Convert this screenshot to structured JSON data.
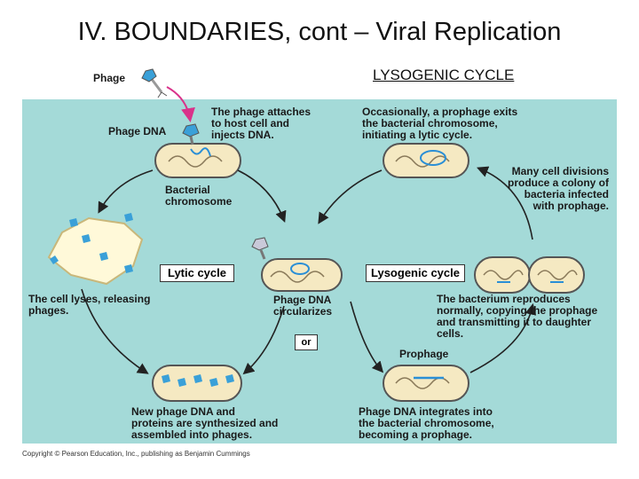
{
  "title": "IV. BOUNDARIES, cont – Viral Replication",
  "subtitle": "LYSOGENIC CYCLE",
  "labels": {
    "phage": "Phage",
    "phage_dna": "Phage DNA",
    "attach": [
      "The phage attaches",
      "to host cell and",
      "injects DNA."
    ],
    "bact_chrom": [
      "Bacterial",
      "chromosome"
    ],
    "lytic": "Lytic cycle",
    "lysogenic": "Lysogenic cycle",
    "lyses": [
      "The cell lyses, releasing",
      "phages."
    ],
    "circ": [
      "Phage DNA",
      "circularizes"
    ],
    "or": "or",
    "occasionally": [
      "Occasionally, a prophage exits",
      "the bacterial chromosome,",
      "initiating a lytic cycle."
    ],
    "many": [
      "Many cell divisions",
      "produce a colony of",
      "bacteria infected",
      "with prophage."
    ],
    "reproduces": [
      "The bacterium reproduces",
      "normally, copying the prophage",
      "and transmitting it to daughter",
      "cells."
    ],
    "prophage": "Prophage",
    "newdna": [
      "New phage DNA and",
      "proteins are synthesized and",
      "assembled into phages."
    ],
    "integrates": [
      "Phage DNA integrates into",
      "the bacterial chromosome,",
      "becoming a prophage."
    ]
  },
  "credit": "Copyright © Pearson Education, Inc., publishing as Benjamin Cummings",
  "colors": {
    "panel": "#a4dad8",
    "cell": "#f5e9c2",
    "dna": "#2a8fd6",
    "arrow": "#222222",
    "inject_arrow": "#d9328a"
  }
}
